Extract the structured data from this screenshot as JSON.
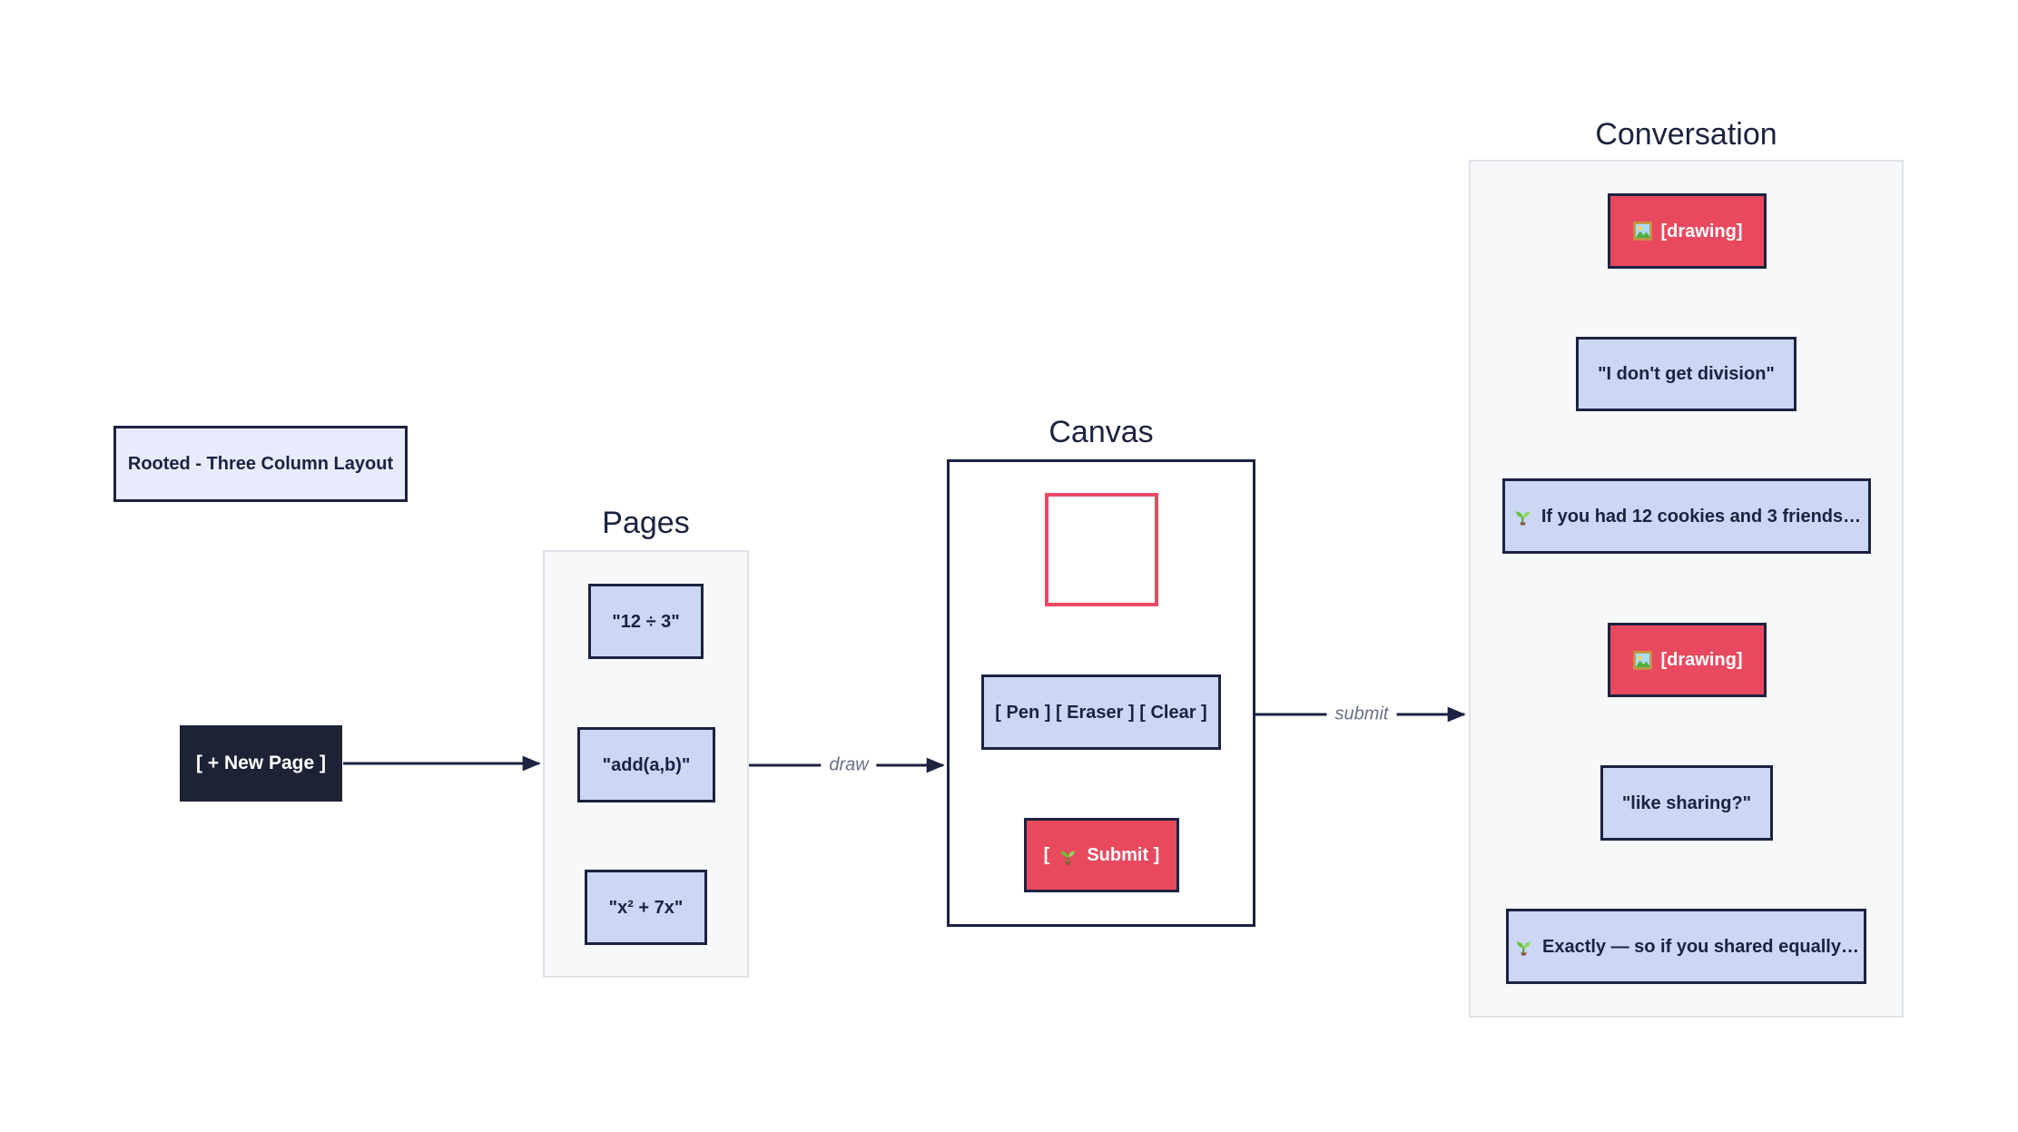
{
  "diagram": {
    "root_label": "Rooted - Three Column Layout",
    "new_page_button": "[ + New Page ]",
    "arrows": {
      "draw_label": "draw",
      "submit_label": "submit"
    }
  },
  "pages": {
    "title": "Pages",
    "items": [
      {
        "label": "\"12 ÷ 3\""
      },
      {
        "label": "\"add(a,b)\""
      },
      {
        "label": "\"x² + 7x\""
      }
    ]
  },
  "canvas": {
    "title": "Canvas",
    "toolbar_label": "[ Pen ] [ Eraser ] [ Clear ]",
    "submit_prefix": "[",
    "submit_label": "Submit ]",
    "submit_icon": "seedling-icon"
  },
  "conversation": {
    "title": "Conversation",
    "messages": [
      {
        "variant": "drawing",
        "icon": "framed-picture-icon",
        "text": "[drawing]"
      },
      {
        "variant": "user",
        "icon": null,
        "text": "\"I don't get division\""
      },
      {
        "variant": "tutor",
        "icon": "seedling-icon",
        "text": "If you had 12 cookies and 3 friends…"
      },
      {
        "variant": "drawing",
        "icon": "framed-picture-icon",
        "text": "[drawing]"
      },
      {
        "variant": "user",
        "icon": null,
        "text": "\"like sharing?\""
      },
      {
        "variant": "tutor",
        "icon": "seedling-icon",
        "text": "Exactly — so if you shared equally…"
      }
    ]
  },
  "colors": {
    "navy": "#1c2240",
    "dark_button": "#1d2235",
    "lavender": "#e7ebfc",
    "periwinkle": "#cbd7f3",
    "red": "#e8495f",
    "square_red": "#ec4765",
    "panel_bg": "#f7f8fa",
    "panel_border": "#dfe3e9",
    "label_gray": "#6a7183"
  }
}
